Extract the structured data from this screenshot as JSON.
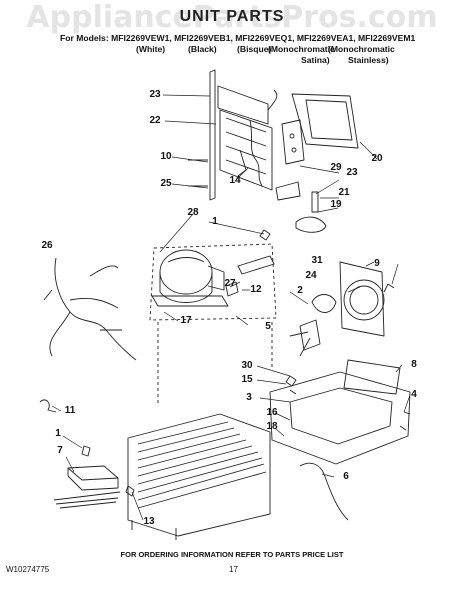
{
  "watermark": "AppliancePartsPros.com",
  "header": {
    "title": "UNIT PARTS",
    "models_line": "For Models: MFI2269VEW1, MFI2269VEB1, MFI2269VEQ1, MFI2269VEA1, MFI2269VEM1",
    "columns": [
      {
        "line1": "(White)",
        "line2": ""
      },
      {
        "line1": "(Black)",
        "line2": ""
      },
      {
        "line1": "(Bisque)",
        "line2": ""
      },
      {
        "line1": "(Monochromatic",
        "line2": "Satina)"
      },
      {
        "line1": "(Monochromatic",
        "line2": "Stainless)"
      }
    ]
  },
  "callouts": [
    "23",
    "22",
    "10",
    "25",
    "14",
    "23",
    "29",
    "20",
    "21",
    "19",
    "28",
    "1",
    "26",
    "27",
    "12",
    "17",
    "5",
    "31",
    "9",
    "24",
    "2",
    "30",
    "15",
    "3",
    "8",
    "4",
    "11",
    "1",
    "16",
    "18",
    "7",
    "6",
    "13"
  ],
  "footer": {
    "note": "FOR ORDERING INFORMATION REFER TO PARTS PRICE LIST",
    "doc_number": "W10274775",
    "page_number": "17"
  }
}
